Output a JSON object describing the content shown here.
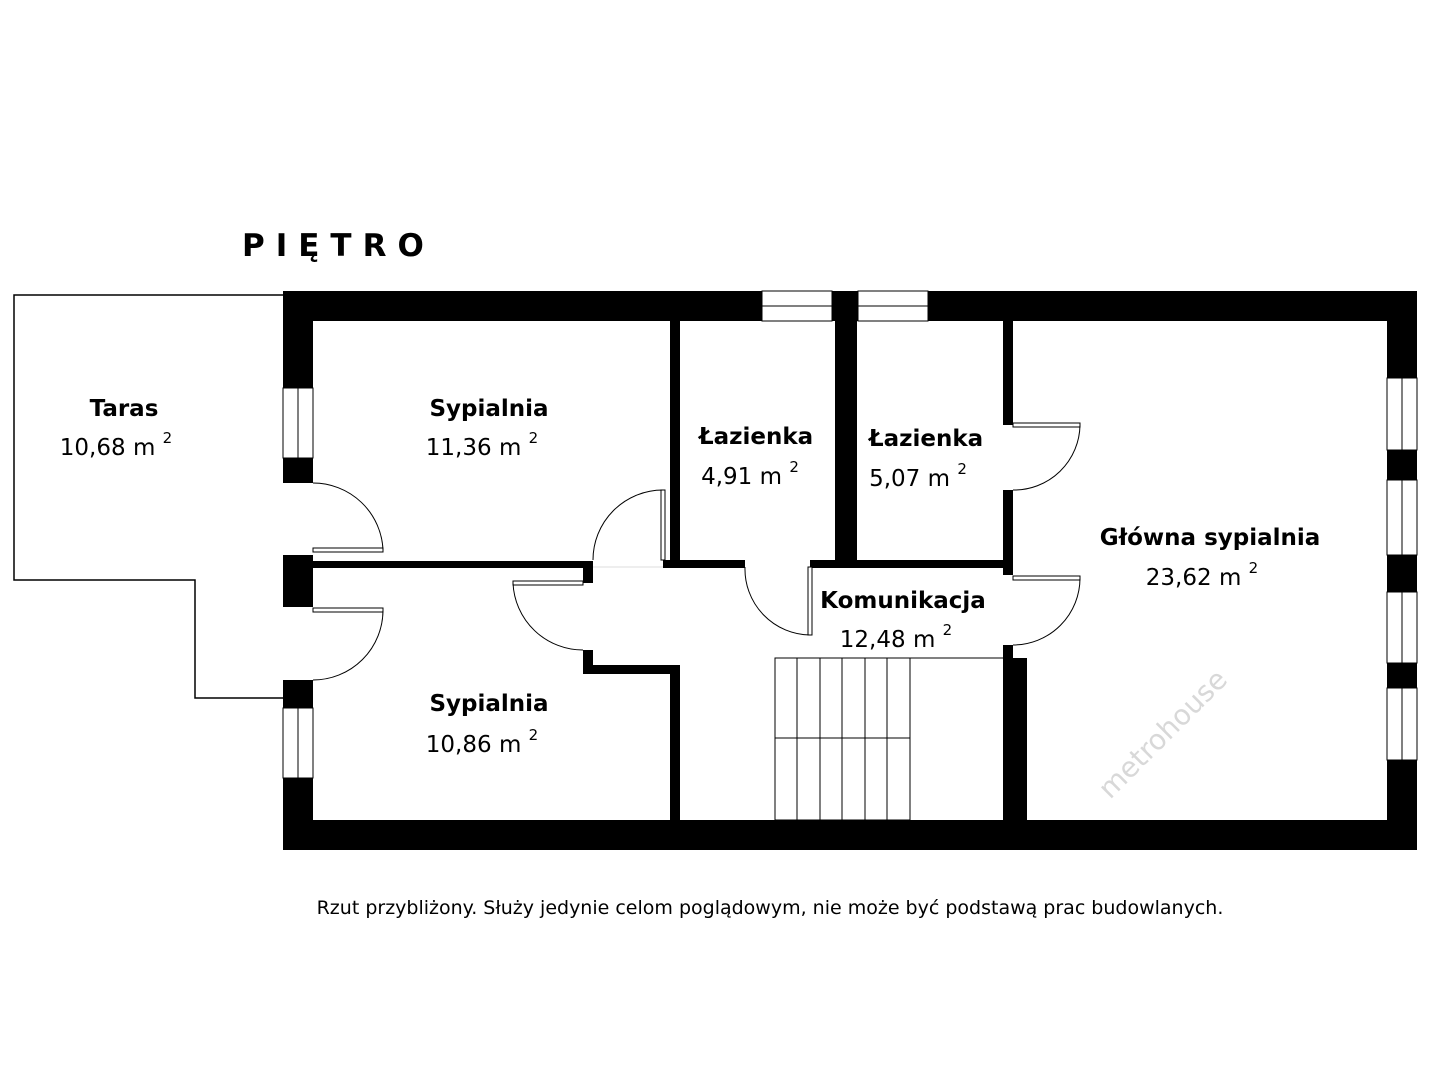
{
  "floor_title": "PIĘTRO",
  "watermark": "metrohouse",
  "area_unit": "m",
  "area_exponent": "2",
  "rooms": [
    {
      "name": "Taras",
      "area": "10,68"
    },
    {
      "name": "Sypialnia",
      "area": "11,36"
    },
    {
      "name": "Łazienka",
      "area": "4,91"
    },
    {
      "name": "Łazienka",
      "area": "5,07"
    },
    {
      "name": "Główna sypialnia",
      "area": "23,62"
    },
    {
      "name": "Komunikacja",
      "area": "12,48"
    },
    {
      "name": "Sypialnia",
      "area": "10,86"
    }
  ],
  "disclaimer": "Rzut przybliżony. Służy jedynie celom poglądowym, nie może być podstawą prac budowlanych."
}
